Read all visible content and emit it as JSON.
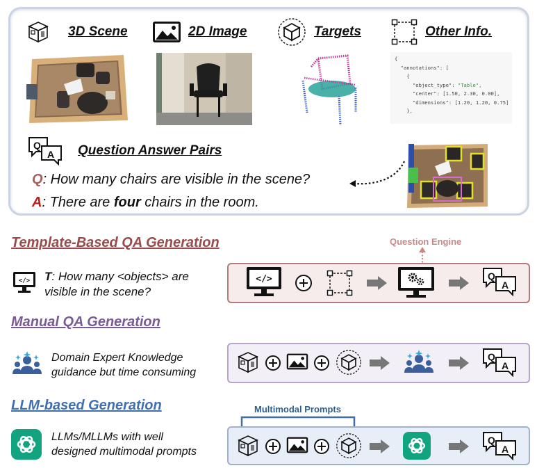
{
  "top_panel": {
    "categories": {
      "scene": "3D Scene",
      "image": "2D Image",
      "targets": "Targets",
      "other": "Other Info."
    },
    "json_lines": {
      "l1": "{",
      "l2": "  \"annotations\": [",
      "l3": "    {",
      "l4_key": "      \"object_type\": ",
      "l4_val": "\"Table\",",
      "l5": "      \"center\": [1.50, 2.30, 0.00],",
      "l6": "      \"dimensions\": [1.20, 1.20, 0.75]",
      "l7": "    },"
    },
    "qa_title": "Question Answer Pairs",
    "question_letter": "Q",
    "question_text": ": How many chairs are visible in the scene?",
    "answer_letter": "A",
    "answer_pre": ": There are ",
    "answer_bold": "four",
    "answer_post": " chairs in the room."
  },
  "template_section": {
    "title_part1": "Template",
    "title_part2": "-Based QA Generation",
    "engine_label": "Question Engine",
    "desc_prefix": "T",
    "desc_line1": ": How many <objects> are",
    "desc_line2": "visible in the scene?"
  },
  "manual_section": {
    "title": "Manual QA Generation",
    "desc_line1": "Domain Expert Knowledge",
    "desc_line2": "guidance but time consuming"
  },
  "llm_section": {
    "title": "LLM-based Generation",
    "prompts_label": "Multimodal Prompts",
    "desc_line1": "LLMs/MLLMs with well",
    "desc_line2": "designed multimodal prompts"
  },
  "icon_letters": {
    "q": "Q",
    "a": "A",
    "code": "</>"
  },
  "colors": {
    "template": "#9a4a4a",
    "manual": "#7a5a95",
    "llm": "#3f6fb0",
    "engine": "#c98a86",
    "prompts": "#2f5d8c",
    "chatgpt": "#12a37f"
  }
}
